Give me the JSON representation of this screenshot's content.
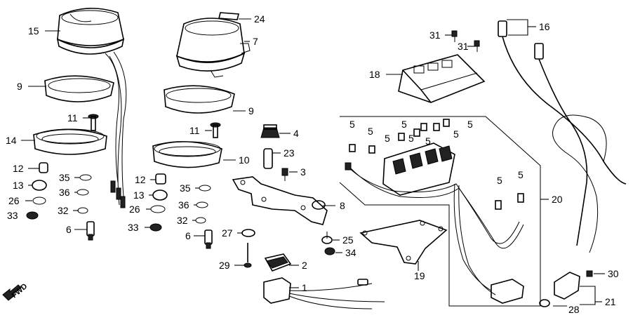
{
  "diagram": {
    "callouts": {
      "p1": "1",
      "p2": "2",
      "p3": "3",
      "p4": "4",
      "p5": "5",
      "p6": "6",
      "p7": "7",
      "p8": "8",
      "p9": "9",
      "p10": "10",
      "p11": "11",
      "p12": "12",
      "p13": "13",
      "p14": "14",
      "p15": "15",
      "p16": "16",
      "p18": "18",
      "p19": "19",
      "p20": "20",
      "p21": "21",
      "p23": "23",
      "p24": "24",
      "p25": "25",
      "p26": "26",
      "p27": "27",
      "p28": "28",
      "p29": "29",
      "p30": "30",
      "p31": "31",
      "p32": "32",
      "p33": "33",
      "p34": "34",
      "p35": "35",
      "p36": "36"
    },
    "direction_marker": "FWD"
  }
}
